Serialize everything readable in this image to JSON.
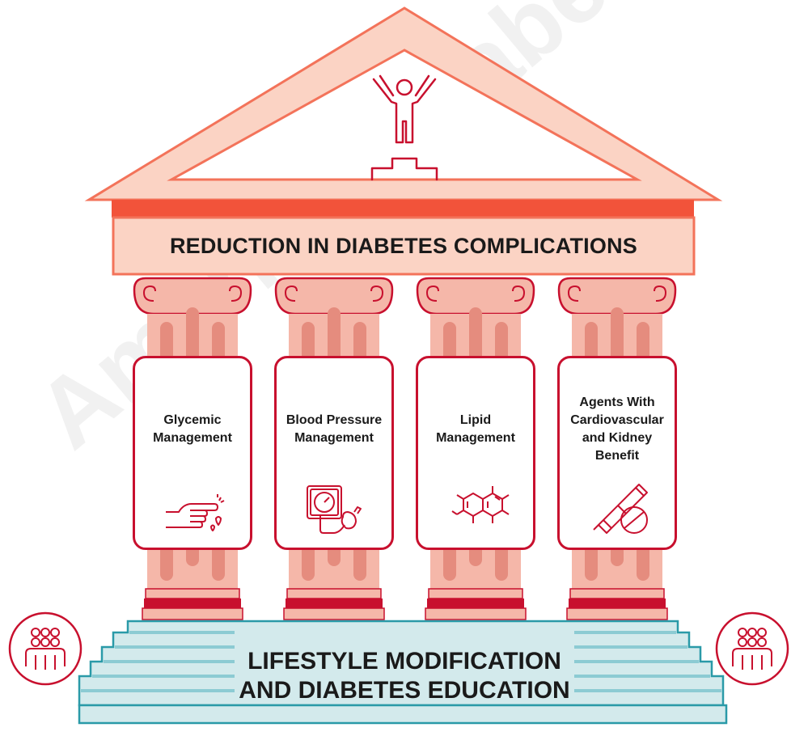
{
  "roof_title": "REDUCTION IN DIABETES COMPLICATIONS",
  "pillars": [
    {
      "label": "Glycemic\nManagement",
      "icon": "finger-prick-icon"
    },
    {
      "label": "Blood Pressure\nManagement",
      "icon": "blood-pressure-monitor-icon"
    },
    {
      "label": "Lipid\nManagement",
      "icon": "molecule-icon"
    },
    {
      "label": "Agents With\nCardiovascular\nand Kidney\nBenefit",
      "icon": "insulin-pen-pill-icon"
    }
  ],
  "base_title": "LIFESTYLE MODIFICATION\nAND DIABETES EDUCATION",
  "side_icons": [
    "group-icon",
    "group-icon"
  ],
  "top_icon": "person-on-podium-icon",
  "watermark": "AmericanDiabetes",
  "colors": {
    "roof_fill": "#fbd3c4",
    "roof_stroke": "#f3735a",
    "roof_band": "#f2533a",
    "pillar_fill": "#f5b7a9",
    "pillar_dark": "#e58c7e",
    "accent_red": "#c8102e",
    "base_fill": "#d3eaec",
    "base_stroke": "#2a9aa8",
    "base_lines": "#8ccbd3"
  }
}
